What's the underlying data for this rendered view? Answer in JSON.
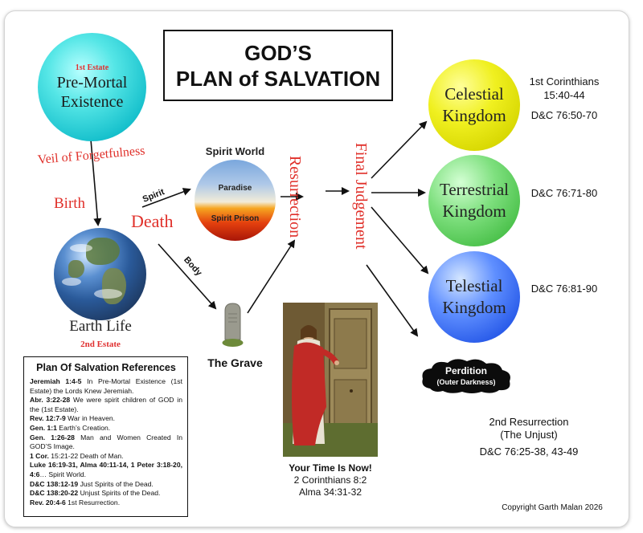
{
  "title": {
    "line1": "GOD’S",
    "line2": "PLAN of SALVATION"
  },
  "premortal": {
    "estate": "1st Estate",
    "line1": "Pre-Mortal",
    "line2": "Existence",
    "icon": "pre-mortal-circle"
  },
  "veil": "Veil of Forgetfulness",
  "birth": "Birth",
  "death": "Death",
  "spirit_arrow_label": "Spirit",
  "body_arrow_label": "Body",
  "earth": {
    "title": "Earth Life",
    "estate": "2nd Estate",
    "icon": "earth-globe"
  },
  "spirit_world": {
    "title": "Spirit World",
    "paradise": "Paradise",
    "prison": "Spirit Prison"
  },
  "resurrection": "Resurrection",
  "final_judgement": "Final Judgement",
  "grave": {
    "label": "The Grave",
    "icon": "tombstone-icon"
  },
  "kingdoms": {
    "celestial": {
      "line1": "Celestial",
      "line2": "Kingdom",
      "ref1": "1st Corinthians",
      "ref2": "15:40-44",
      "ref3": "D&C 76:50-70",
      "color": "#f0f020"
    },
    "terrestrial": {
      "line1": "Terrestrial",
      "line2": "Kingdom",
      "ref": "D&C 76:71-80",
      "color": "#7fe07f"
    },
    "telestial": {
      "line1": "Telestial",
      "line2": "Kingdom",
      "ref": "D&C 76:81-90",
      "color": "#2658e8"
    }
  },
  "perdition": {
    "title": "Perdition",
    "sub": "(Outer Darkness)",
    "icon": "dark-cloud"
  },
  "second_resurrection": {
    "line1": "2nd Resurrection",
    "line2": "(The Unjust)",
    "ref": "D&C 76:25-38, 43-49"
  },
  "picture": {
    "caption1": "Your Time Is Now!",
    "caption2": "2 Corinthians 8:2",
    "caption3": "Alma 34:31-32",
    "icon": "christ-at-door-painting"
  },
  "references": {
    "heading": "Plan Of Salvation References",
    "items": [
      {
        "ref": "Jeremiah 1:4-5",
        "text": " In Pre-Mortal Existence (1st Estate) the Lords Knew Jeremiah."
      },
      {
        "ref": "Abr. 3:22-28",
        "text": " We were spirit children of GOD in the (1st Estate)."
      },
      {
        "ref": "Rev. 12:7-9",
        "text": " War in Heaven."
      },
      {
        "ref": "Gen. 1:1",
        "text": " Earth’s Creation."
      },
      {
        "ref": "Gen. 1:26-28",
        "text": " Man and Women Created In GOD’S Image."
      },
      {
        "ref": "1 Cor.",
        "text": " 15:21-22 Death of Man."
      },
      {
        "ref": "Luke 16:19-31, Alma 40:11-14, 1 Peter 3:18-20, 4:6",
        "text": "… Spirit World."
      },
      {
        "ref": "D&C 138:12-19",
        "text": " Just Spirits of the Dead."
      },
      {
        "ref": "D&C 138:20-22",
        "text": " Unjust Spirits of the Dead."
      },
      {
        "ref": "Rev. 20:4-6",
        "text": " 1st Resurrection."
      }
    ]
  },
  "copyright": "Copyright Garth Malan 2026",
  "colors": {
    "accent_red": "#e0302a",
    "arrow": "#111111"
  }
}
